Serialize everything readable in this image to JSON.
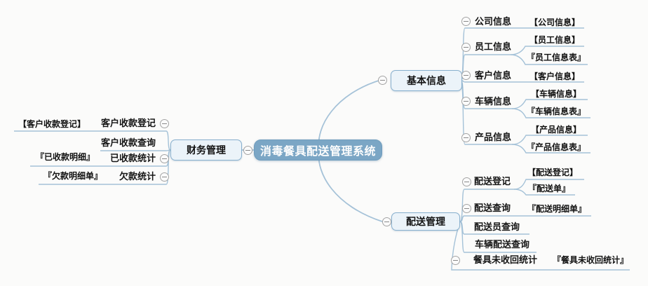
{
  "central": {
    "label": "消毒餐具配送管理系统"
  },
  "branches": {
    "basic": {
      "label": "基本信息",
      "children": [
        {
          "label": "公司信息",
          "leaves": [
            "【公司信息】"
          ]
        },
        {
          "label": "员工信息",
          "leaves": [
            "【员工信息】",
            "『员工信息表』"
          ]
        },
        {
          "label": "客户信息",
          "leaves": [
            "【客户信息】"
          ]
        },
        {
          "label": "车辆信息",
          "leaves": [
            "【车辆信息】",
            "『车辆信息表』"
          ]
        },
        {
          "label": "产品信息",
          "leaves": [
            "【产品信息】",
            "『产品信息表』"
          ]
        }
      ]
    },
    "delivery": {
      "label": "配送管理",
      "children": [
        {
          "label": "配送登记",
          "leaves": [
            "【配送登记】",
            "『配送单』"
          ]
        },
        {
          "label": "配送查询",
          "leaves": [
            "『配送明细单』"
          ]
        },
        {
          "label": "配送员查询",
          "leaves": []
        },
        {
          "label": "车辆配送查询",
          "leaves": []
        },
        {
          "label": "餐具未收回统计",
          "leaves": [
            "『餐具未收回统计』"
          ]
        }
      ]
    },
    "finance": {
      "label": "财务管理",
      "children": [
        {
          "label": "客户收款登记",
          "leaves": [
            "【客户收款登记】"
          ]
        },
        {
          "label": "客户收款查询",
          "leaves": []
        },
        {
          "label": "已收款统计",
          "leaves": [
            "『已收款明细』"
          ]
        },
        {
          "label": "欠款统计",
          "leaves": [
            "『欠款明细单』"
          ]
        }
      ]
    }
  },
  "icons": {
    "collapse": "minus-circle"
  },
  "colors": {
    "line": "#a5c2d8",
    "central_fill": "#7ba6c5",
    "central_text": "#fdfdfd",
    "branch_fill": "#ebf3f9",
    "branch_border": "#88b0ce",
    "minus_border": "#a3a3a3",
    "background": "#fbfbfa"
  }
}
